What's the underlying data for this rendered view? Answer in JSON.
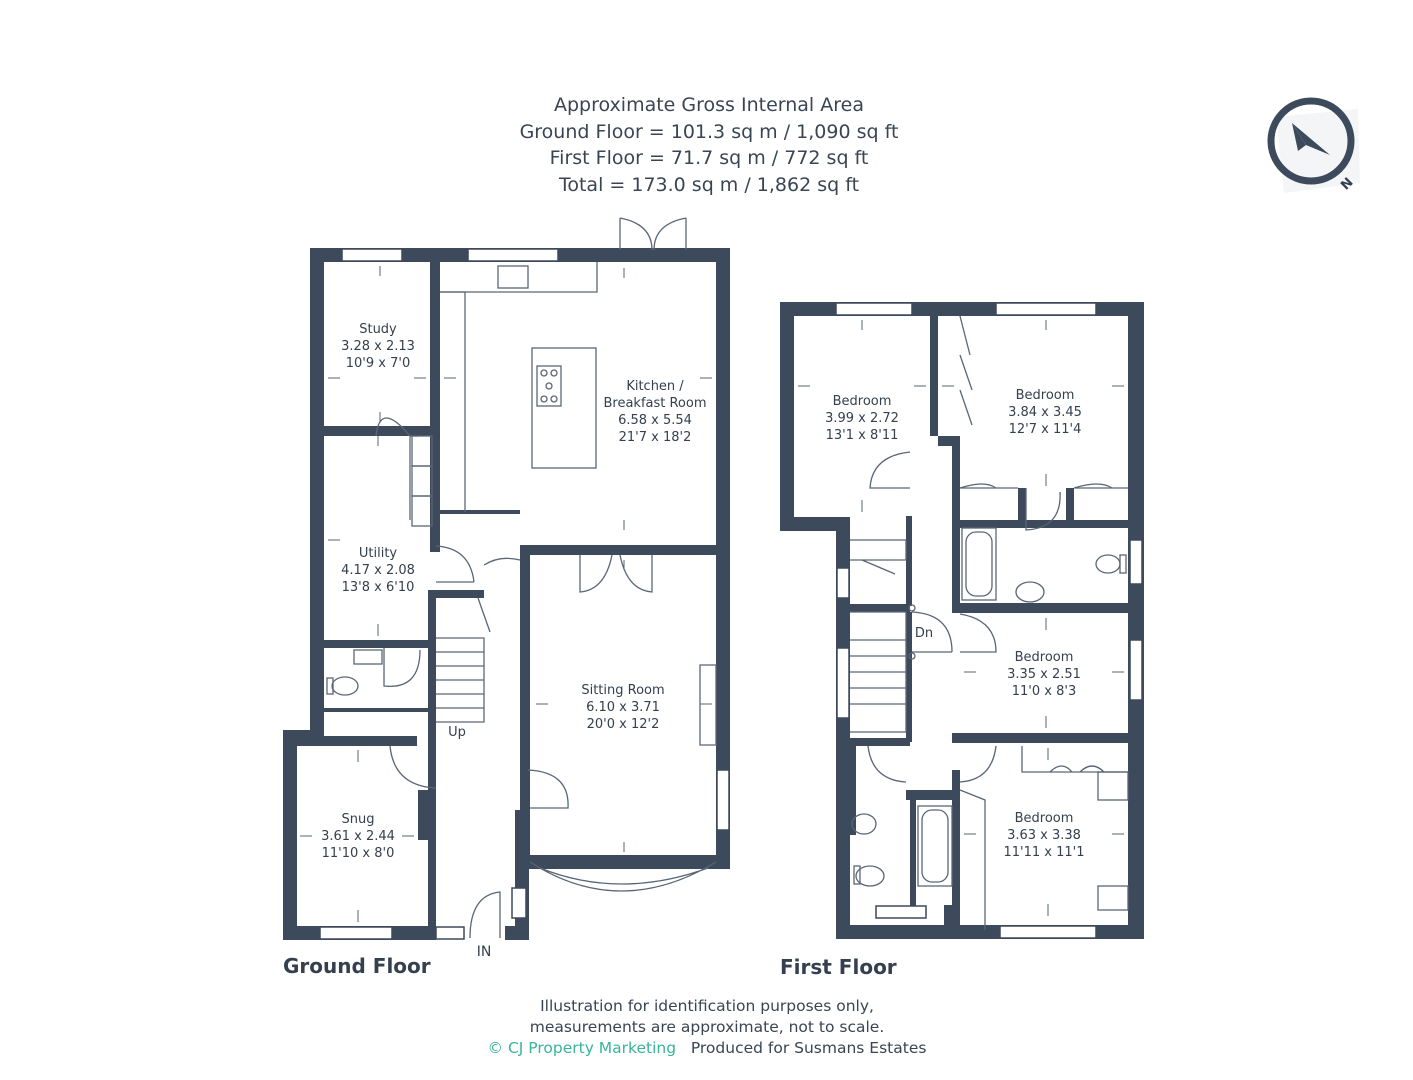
{
  "header": {
    "line1": "Approximate Gross Internal Area",
    "line2": "Ground Floor = 101.3 sq m / 1,090 sq ft",
    "line3": "First Floor = 71.7 sq m / 772 sq ft",
    "line4": "Total = 173.0 sq m / 1,862 sq ft"
  },
  "compass": {
    "label": "N",
    "icon": "compass-north-icon"
  },
  "ground_floor": {
    "title": "Ground Floor",
    "study": {
      "name": "Study",
      "metric": "3.28 x 2.13",
      "imperial": "10'9 x 7'0"
    },
    "kitchen": {
      "name1": "Kitchen /",
      "name2": "Breakfast Room",
      "metric": "6.58 x 5.54",
      "imperial": "21'7 x 18'2"
    },
    "utility": {
      "name": "Utility",
      "metric": "4.17 x 2.08",
      "imperial": "13'8 x 6'10"
    },
    "sitting": {
      "name": "Sitting Room",
      "metric": "6.10 x 3.71",
      "imperial": "20'0 x 12'2"
    },
    "snug": {
      "name": "Snug",
      "metric": "3.61 x 2.44",
      "imperial": "11'10 x 8'0"
    },
    "up": "Up",
    "entrance": "IN"
  },
  "first_floor": {
    "title": "First Floor",
    "bed1": {
      "name": "Bedroom",
      "metric": "3.99 x 2.72",
      "imperial": "13'1 x 8'11"
    },
    "bed2": {
      "name": "Bedroom",
      "metric": "3.84 x 3.45",
      "imperial": "12'7 x 11'4"
    },
    "bed3": {
      "name": "Bedroom",
      "metric": "3.35 x 2.51",
      "imperial": "11'0 x 8'3"
    },
    "bed4": {
      "name": "Bedroom",
      "metric": "3.63 x 3.38",
      "imperial": "11'11 x 11'1"
    },
    "down": "Dn"
  },
  "footer": {
    "line1": "Illustration for identification purposes only,",
    "line2": "measurements are approximate, not to scale.",
    "brand": "© CJ Property Marketing",
    "produced": "Produced for Susmans Estates"
  },
  "colors": {
    "wall": "#3d4a5c",
    "text": "#34404f",
    "brand": "#39b59a",
    "fixture": "#5a6675"
  }
}
